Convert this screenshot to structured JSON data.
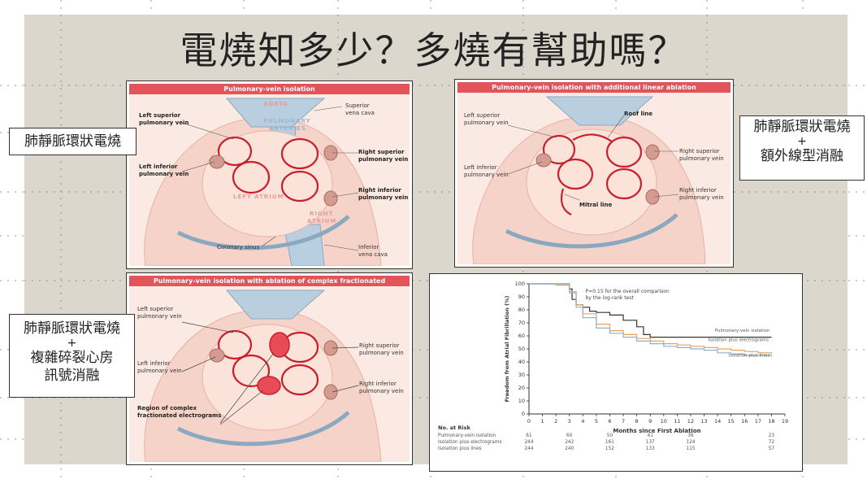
{
  "slide": {
    "title": "電燒知多少？多燒有幫助嗎？"
  },
  "panels": {
    "pvi": {
      "header": "Pulmonary-vein isolation",
      "labels": {
        "aorta": "AORTA",
        "pa1": "PULMONARY",
        "pa2": "ARTERIES",
        "svc1": "Superior",
        "svc2": "vena cava",
        "lspv1": "Left superior",
        "lspv2": "pulmonary vein",
        "lipv1": "Left inferior",
        "lipv2": "pulmonary vein",
        "rspv1": "Right superior",
        "rspv2": "pulmonary vein",
        "ripv1": "Right inferior",
        "ripv2": "pulmonary vein",
        "la": "LEFT ATRIUM",
        "ra1": "RIGHT",
        "ra2": "ATRIUM",
        "cs": "Coronary sinus",
        "ivc1": "Inferior",
        "ivc2": "vena cava"
      }
    },
    "linear": {
      "header": "Pulmonary-vein isolation with additional linear ablation",
      "labels": {
        "lspv1": "Left superior",
        "lspv2": "pulmonary vein",
        "lipv1": "Left inferior",
        "lipv2": "pulmonary vein",
        "roof": "Roof line",
        "rspv1": "Right superior",
        "rspv2": "pulmonary vein",
        "ripv1": "Right inferior",
        "ripv2": "pulmonary vein",
        "mitral": "Mitral line"
      }
    },
    "cfae": {
      "header": "Pulmonary-vein isolation with ablation of complex fractionated electrograms",
      "labels": {
        "lspv1": "Left superior",
        "lspv2": "pulmonary vein",
        "lipv1": "Left inferior",
        "lipv2": "pulmonary vein",
        "rspv1": "Right superior",
        "rspv2": "pulmonary vein",
        "ripv1": "Right inferior",
        "ripv2": "pulmonary vein",
        "region1": "Region of complex",
        "region2": "fractionated electrograms"
      }
    }
  },
  "notes": {
    "pvi": "肺靜脈環狀電燒",
    "linear_l1": "肺靜脈環狀電燒",
    "linear_l2": "+",
    "linear_l3": "額外線型消融",
    "cfae_l1": "肺靜脈環狀電燒",
    "cfae_l2": "+",
    "cfae_l3": "複雜碎裂心房",
    "cfae_l4": "訊號消融"
  },
  "chart_data": {
    "type": "line",
    "ylabel": "Freedom from Atrial Fibrillation (%)",
    "xlabel": "Months since First Ablation",
    "xlim": [
      0,
      19
    ],
    "ylim": [
      0,
      100
    ],
    "xticks": [
      "0",
      "1",
      "2",
      "3",
      "4",
      "5",
      "6",
      "7",
      "8",
      "9",
      "10",
      "11",
      "12",
      "13",
      "14",
      "15",
      "16",
      "17",
      "18",
      "19"
    ],
    "yticks": [
      "0",
      "10",
      "20",
      "30",
      "40",
      "50",
      "60",
      "70",
      "80",
      "90",
      "100"
    ],
    "annotation_l1": "P=0.15 for the overall comparison",
    "annotation_l2": "by the log-rank test",
    "colors": {
      "pvi": "#333333",
      "electrograms": "#e8a35a",
      "lines": "#8fb0d6"
    },
    "series": [
      {
        "name": "Pulmonary-vein isolation",
        "x": [
          0,
          1,
          2,
          3,
          3.2,
          3.5,
          4,
          4.5,
          5,
          6,
          7,
          8,
          8.5,
          9,
          10,
          11,
          12,
          13,
          14,
          15,
          16,
          17,
          18
        ],
        "y": [
          100,
          100,
          100,
          96,
          88,
          84,
          82,
          79,
          78,
          76,
          72,
          67,
          61,
          59,
          59,
          59,
          59,
          59,
          59,
          59,
          59,
          59,
          59
        ]
      },
      {
        "name": "Isolation plus electrograms",
        "x": [
          0,
          1,
          2,
          3,
          3.5,
          4,
          5,
          6,
          7,
          8,
          9,
          10,
          11,
          12,
          13,
          14,
          15,
          16,
          17,
          18
        ],
        "y": [
          100,
          100,
          99,
          94,
          84,
          77,
          69,
          64,
          61,
          58,
          56,
          54,
          53,
          52,
          51,
          50,
          49,
          48,
          47,
          46
        ]
      },
      {
        "name": "Isolation plus lines",
        "x": [
          0,
          1,
          2,
          3,
          3.5,
          4,
          5,
          6,
          7,
          8,
          9,
          10,
          11,
          12,
          13,
          14,
          15,
          16,
          17,
          18
        ],
        "y": [
          100,
          100,
          100,
          93,
          82,
          74,
          66,
          62,
          59,
          56,
          54,
          52,
          51,
          50,
          49,
          47,
          46,
          45,
          45,
          44
        ]
      }
    ],
    "risk_table": {
      "header": "No. at Risk",
      "cols": [
        "0",
        "3",
        "6",
        "9",
        "12",
        "18"
      ],
      "rows": [
        {
          "name": "Pulmonary-vein isolation",
          "values": [
            "61",
            "60",
            "50",
            "41",
            "36",
            "23"
          ]
        },
        {
          "name": "Isolation plus electrograms",
          "values": [
            "244",
            "242",
            "161",
            "137",
            "124",
            "72"
          ]
        },
        {
          "name": "Isolation plus lines",
          "values": [
            "244",
            "240",
            "152",
            "133",
            "115",
            "57"
          ]
        }
      ]
    }
  }
}
